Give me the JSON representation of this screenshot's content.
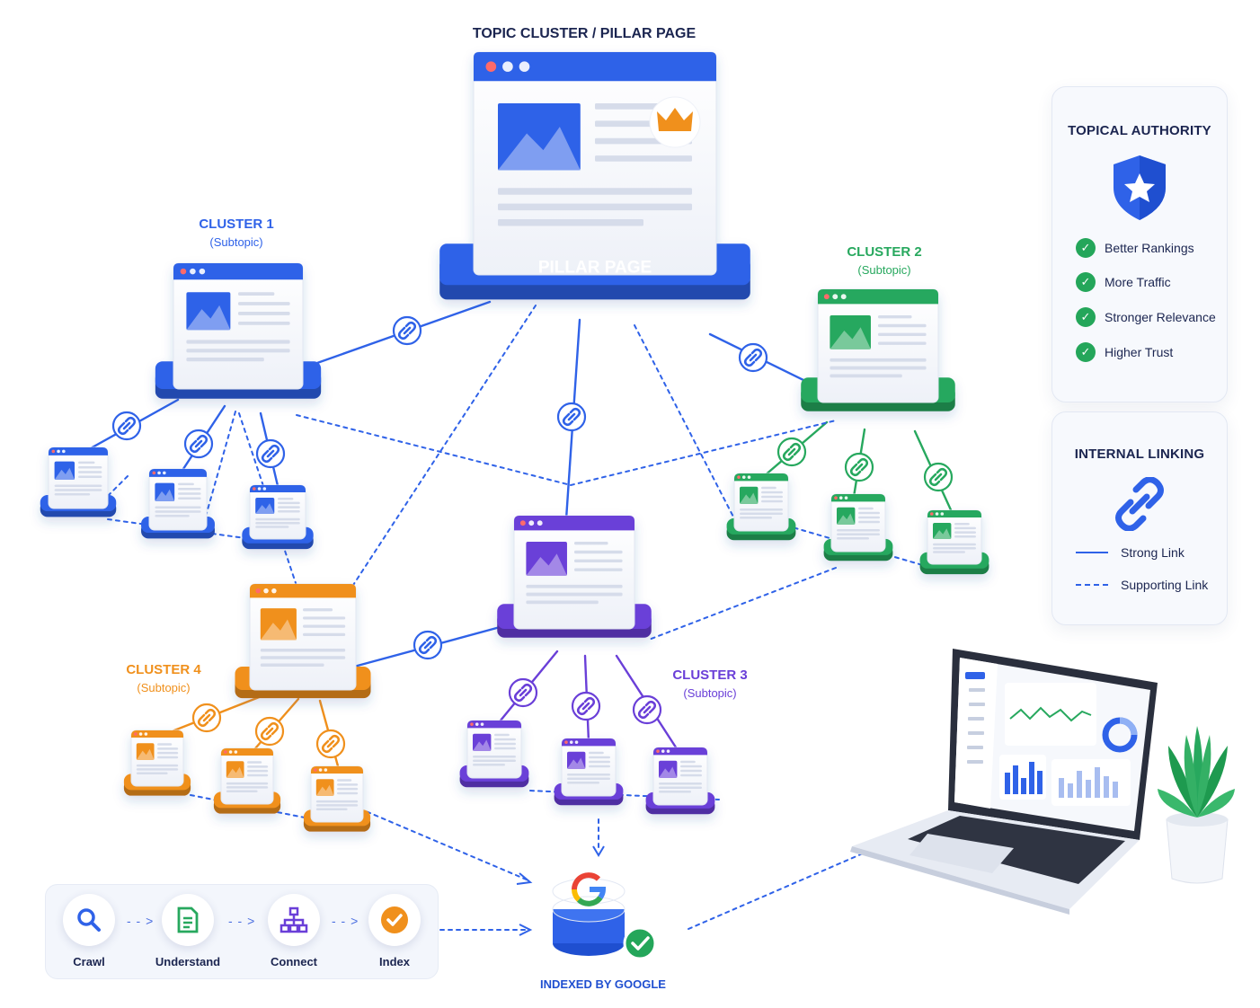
{
  "diagram": {
    "title": "TOPIC CLUSTER / PILLAR PAGE",
    "pillar_label": "PILLAR PAGE",
    "clusters": [
      {
        "name": "CLUSTER 1",
        "subtitle": "(Subtopic)",
        "color": "#2f62e8"
      },
      {
        "name": "CLUSTER 2",
        "subtitle": "(Subtopic)",
        "color": "#27a85e"
      },
      {
        "name": "CLUSTER 3",
        "subtitle": "(Subtopic)",
        "color": "#6a3fd8"
      },
      {
        "name": "CLUSTER 4",
        "subtitle": "(Subtopic)",
        "color": "#f0901c"
      }
    ],
    "google_label": "INDEXED BY GOOGLE"
  },
  "authority": {
    "title": "TOPICAL AUTHORITY",
    "benefits": [
      "Better Rankings",
      "More Traffic",
      "Stronger Relevance",
      "Higher Trust"
    ]
  },
  "linking": {
    "title": "INTERNAL LINKING",
    "strong": "Strong Link",
    "supporting": "Supporting Link"
  },
  "steps": {
    "crawl": "Crawl",
    "understand": "Understand",
    "connect": "Connect",
    "index": "Index"
  },
  "colors": {
    "blue": "#2f62e8",
    "green": "#27a85e",
    "purple": "#6a3fd8",
    "orange": "#f0901c",
    "navy": "#1b2550"
  }
}
